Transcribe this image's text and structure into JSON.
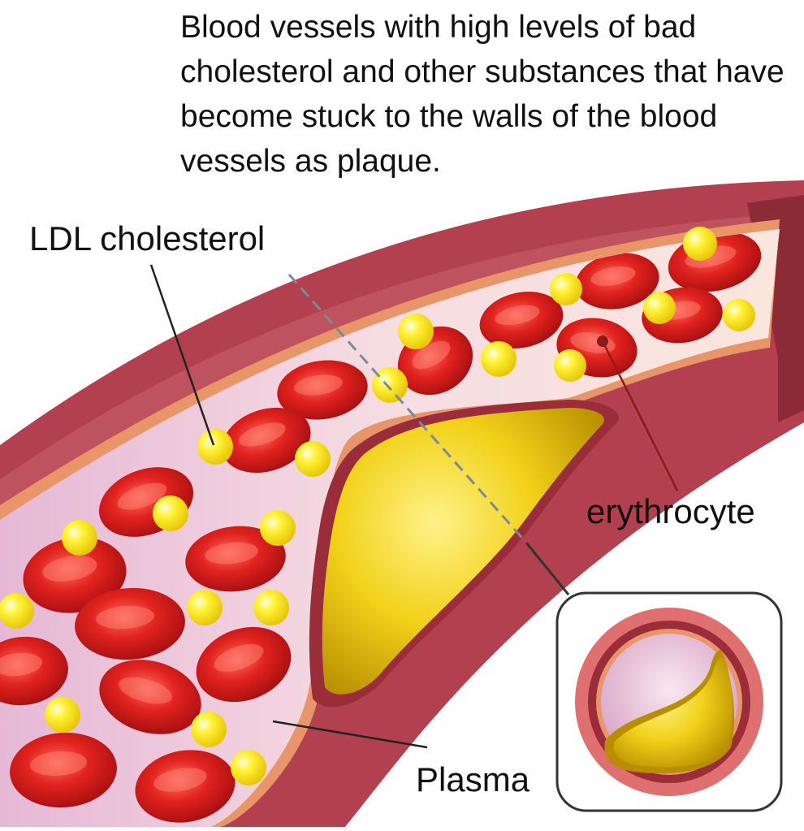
{
  "caption": "Blood vessels with high levels of bad cholesterol and other substances that have become stuck to the walls of the blood vessels as plaque.",
  "labels": {
    "ldl": "LDL cholesterol",
    "erythrocyte": "erythrocyte",
    "plasma": "Plasma"
  },
  "colors": {
    "vessel_wall": "#b2404f",
    "vessel_wall_dark": "#8c2a36",
    "inner_lining": "#e8956a",
    "plasma": "#f4d3dc",
    "red_blood_cell": "#d0161b",
    "ldl_particle": "#f7e21a",
    "plaque": "#e3c010",
    "leader_line": "#222222",
    "erythrocyte_leader": "#8b1a1a",
    "section_marker": "#7a8a9a",
    "inset_border": "#333333"
  }
}
